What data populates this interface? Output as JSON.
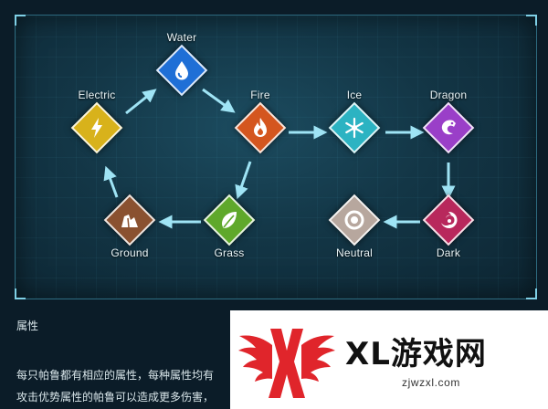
{
  "type_chart": {
    "nodes": {
      "water": {
        "label": "Water",
        "color": "#1f6fd6",
        "icon": "water-drop-icon"
      },
      "fire": {
        "label": "Fire",
        "color": "#d4561f",
        "icon": "flame-icon"
      },
      "electric": {
        "label": "Electric",
        "color": "#d8b21b",
        "icon": "lightning-icon"
      },
      "grass": {
        "label": "Grass",
        "color": "#5fa82b",
        "icon": "leaf-icon"
      },
      "ground": {
        "label": "Ground",
        "color": "#8a5130",
        "icon": "rock-icon"
      },
      "ice": {
        "label": "Ice",
        "color": "#2cb3c2",
        "icon": "snowflake-icon"
      },
      "dragon": {
        "label": "Dragon",
        "color": "#9a3fc8",
        "icon": "dragon-icon"
      },
      "dark": {
        "label": "Dark",
        "color": "#b8285c",
        "icon": "swirl-icon"
      },
      "neutral": {
        "label": "Neutral",
        "color": "#b7a79e",
        "icon": "ring-icon"
      }
    },
    "arrow_color": "#9fe4f5"
  },
  "info": {
    "title": "属性",
    "line1": "每只帕鲁都有相应的属性，每种属性均有",
    "line2": "攻击优势属性的帕鲁可以造成更多伤害，"
  },
  "watermark": {
    "brand": "XL游戏网",
    "url": "zjwzxl.com",
    "logo_color": "#e0252b"
  }
}
